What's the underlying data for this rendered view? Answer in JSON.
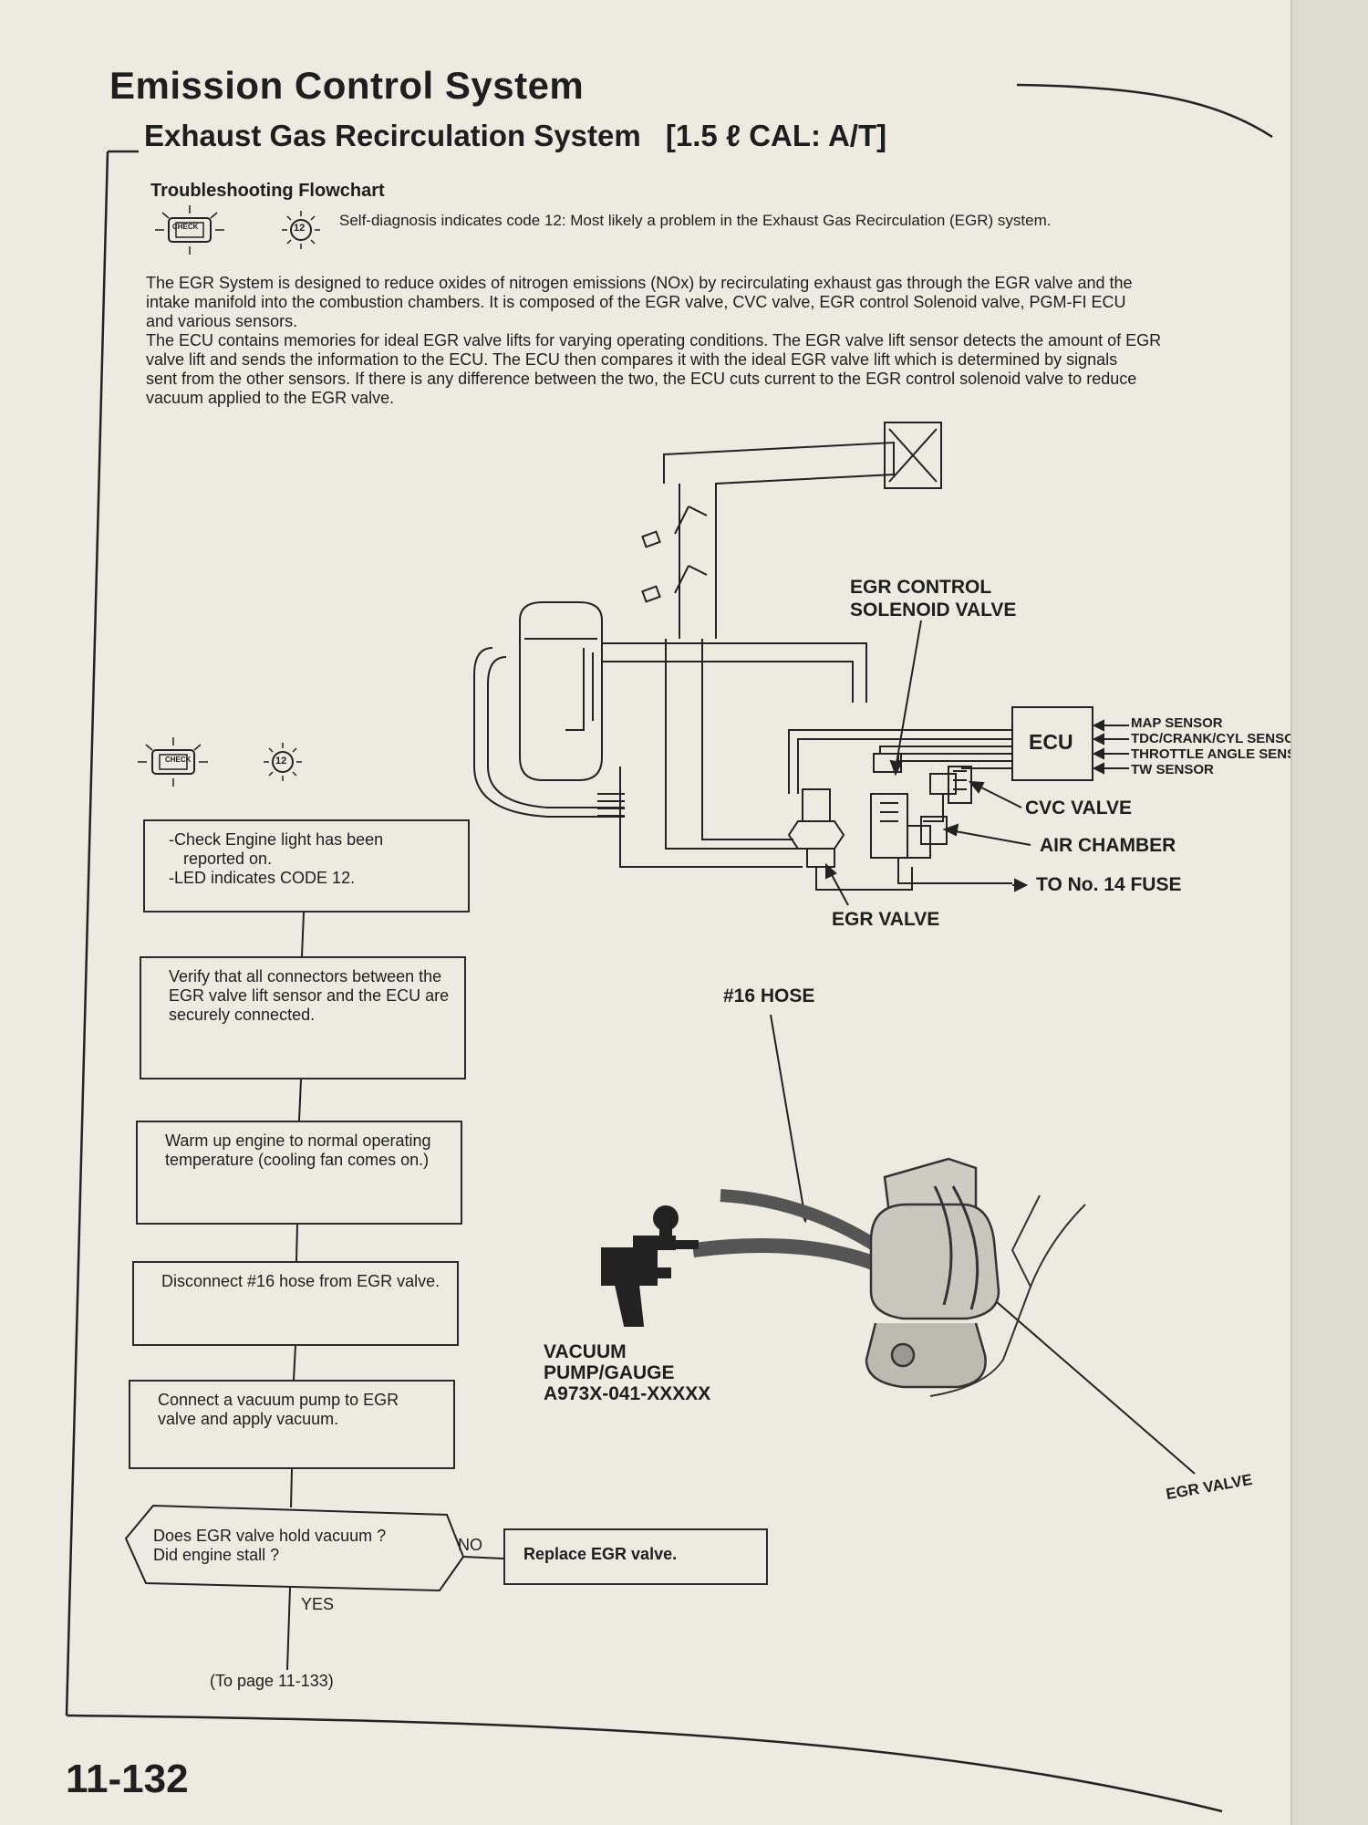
{
  "title": "Emission Control System",
  "subtitle": "Exhaust Gas Recirculation System",
  "subtitle_bracket": "[1.5 ℓ CAL: A/T]",
  "section": "Troubleshooting Flowchart",
  "code": "12",
  "check_label": "CHECK",
  "self_diagnosis": "Self-diagnosis indicates code 12: Most likely a problem in the Exhaust Gas Recirculation (EGR) system.",
  "description": [
    "The EGR System is designed to reduce oxides of nitrogen emissions (NOx) by recirculating exhaust gas through the EGR valve and the",
    "intake manifold into the combustion chambers. It is composed of the EGR valve, CVC valve, EGR control Solenoid valve, PGM-FI ECU",
    "and various sensors.",
    "The ECU contains memories for ideal EGR valve lifts for varying operating conditions. The EGR valve lift sensor detects the amount of EGR",
    "valve lift and sends the information to the ECU. The ECU then compares it with the ideal EGR valve lift which is determined by signals",
    "sent from the other sensors. If there is any difference between the two, the ECU cuts current to the EGR control solenoid valve to reduce",
    "vacuum applied to the EGR valve."
  ],
  "diagram": {
    "egr_control_solenoid_l1": "EGR CONTROL",
    "egr_control_solenoid_l2": "SOLENOID VALVE",
    "ecu": "ECU",
    "map_sensor": "MAP SENSOR",
    "tdc_sensor": "TDC/CRANK/CYL SENSOR",
    "throttle_sensor": "THROTTLE ANGLE SENSOR",
    "tw_sensor": "TW SENSOR",
    "cvc_valve": "CVC VALVE",
    "air_chamber": "AIR CHAMBER",
    "fuse": "TO No. 14 FUSE",
    "egr_valve": "EGR VALVE",
    "hose": "#16 HOSE",
    "pump_l1": "VACUUM",
    "pump_l2": "PUMP/GAUGE",
    "pump_l3": "A973X-041-XXXXX",
    "egr_valve_2": "EGR VALVE"
  },
  "flow": {
    "step1_l1": "-Check Engine light has been",
    "step1_l2": "reported on.",
    "step1_l3": "-LED indicates CODE 12.",
    "step2": "Verify that all connectors between the EGR valve lift sensor and the ECU are securely connected.",
    "step3": "Warm up engine to normal operating temperature (cooling fan comes on.)",
    "step4": "Disconnect #16 hose from EGR valve.",
    "step5": "Connect a vacuum pump to EGR valve and apply vacuum.",
    "decision_l1": "Does EGR valve hold vacuum ?",
    "decision_l2": "Did engine stall ?",
    "no": "NO",
    "yes": "YES",
    "replace": "Replace EGR valve.",
    "to_page": "(To page 11-133)"
  },
  "page_number": "11-132"
}
